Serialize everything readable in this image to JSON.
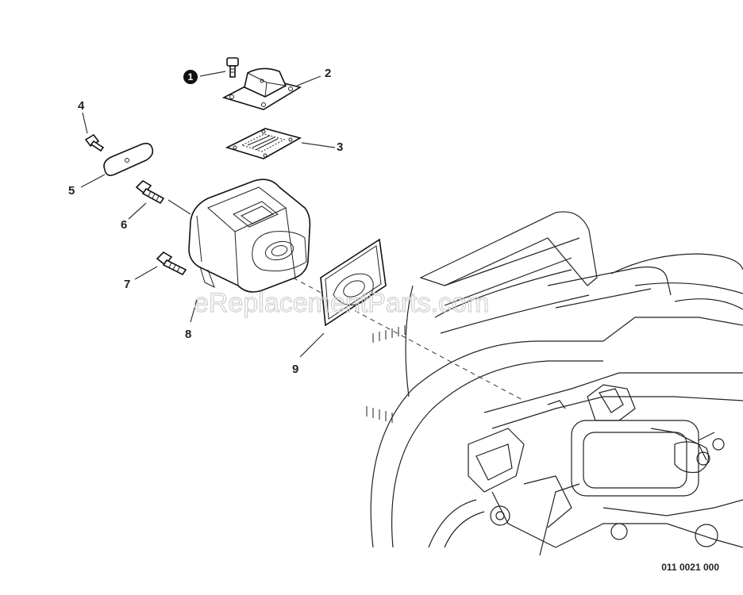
{
  "callouts": [
    {
      "id": "1",
      "label": "1",
      "badge": true
    },
    {
      "id": "2",
      "label": "2"
    },
    {
      "id": "3",
      "label": "3"
    },
    {
      "id": "4",
      "label": "4"
    },
    {
      "id": "5",
      "label": "5"
    },
    {
      "id": "6",
      "label": "6"
    },
    {
      "id": "7",
      "label": "7"
    },
    {
      "id": "8",
      "label": "8"
    },
    {
      "id": "9",
      "label": "9"
    }
  ],
  "watermark": "eReplacementParts.com",
  "drawing_number": "011 0021 000",
  "colors": {
    "line": "#111111",
    "background": "#ffffff",
    "watermark": "#cfcfcf"
  }
}
